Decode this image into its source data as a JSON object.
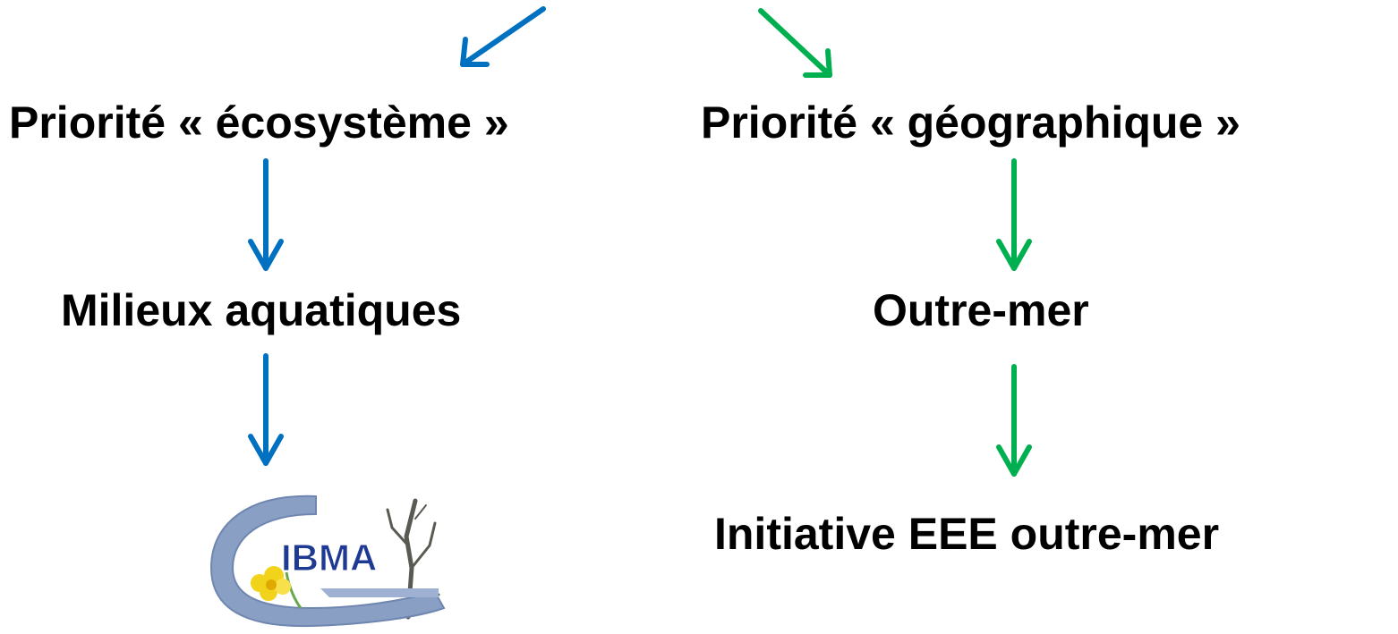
{
  "labels": {
    "priority_ecosystem": "Priorité « écosystème »",
    "priority_geographic": "Priorité « géographique »",
    "aquatic_environments": "Milieux aquatiques",
    "overseas": "Outre-mer",
    "initiative": "Initiative EEE outre-mer"
  },
  "logo": {
    "text": "IBMA"
  },
  "colors": {
    "blue_arrow": "#0070C0",
    "green_arrow": "#00B050",
    "logo_ring": "#8A9FC4",
    "logo_text": "#1F3A93",
    "flower": "#F2D31B"
  }
}
